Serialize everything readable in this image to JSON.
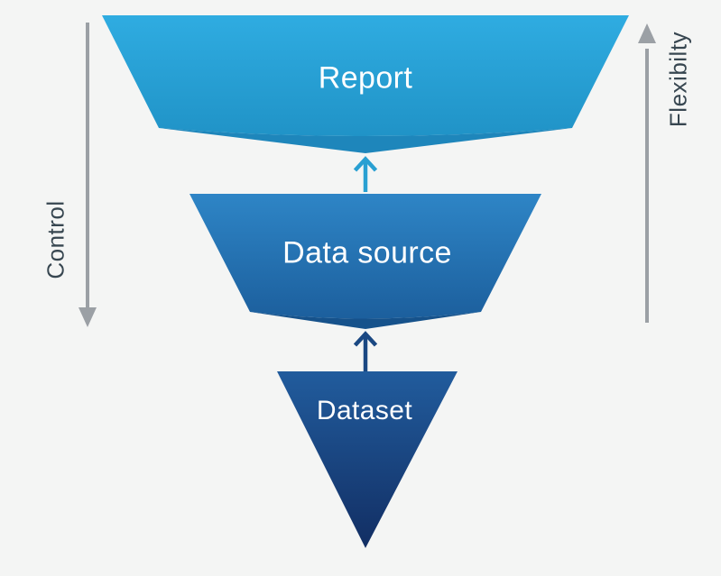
{
  "funnel": {
    "levels": [
      {
        "label": "Report"
      },
      {
        "label": "Data source"
      },
      {
        "label": "Dataset"
      }
    ],
    "connector_arrows": [
      {
        "from": "Data source",
        "to": "Report",
        "direction": "up"
      },
      {
        "from": "Dataset",
        "to": "Data source",
        "direction": "up"
      }
    ]
  },
  "axes": {
    "left": {
      "label": "Control",
      "arrow_direction": "down"
    },
    "right": {
      "label": "Flexibilty",
      "arrow_direction": "up"
    }
  },
  "colors": {
    "background": "#f4f5f4",
    "report_top": "#2face1",
    "report_bottom": "#2093c7",
    "report_fold": "#1e86bb",
    "datasource_top": "#2e85c6",
    "datasource_bottom": "#1c5f9d",
    "datasource_fold": "#16528b",
    "dataset_top": "#215c9d",
    "dataset_bottom": "#122e63",
    "arrow_teal": "#29a0d2",
    "arrow_navy": "#1a4882",
    "axis_arrow_gray": "#9ba0a5",
    "axis_text": "#374650",
    "shape_text": "#ffffff"
  }
}
